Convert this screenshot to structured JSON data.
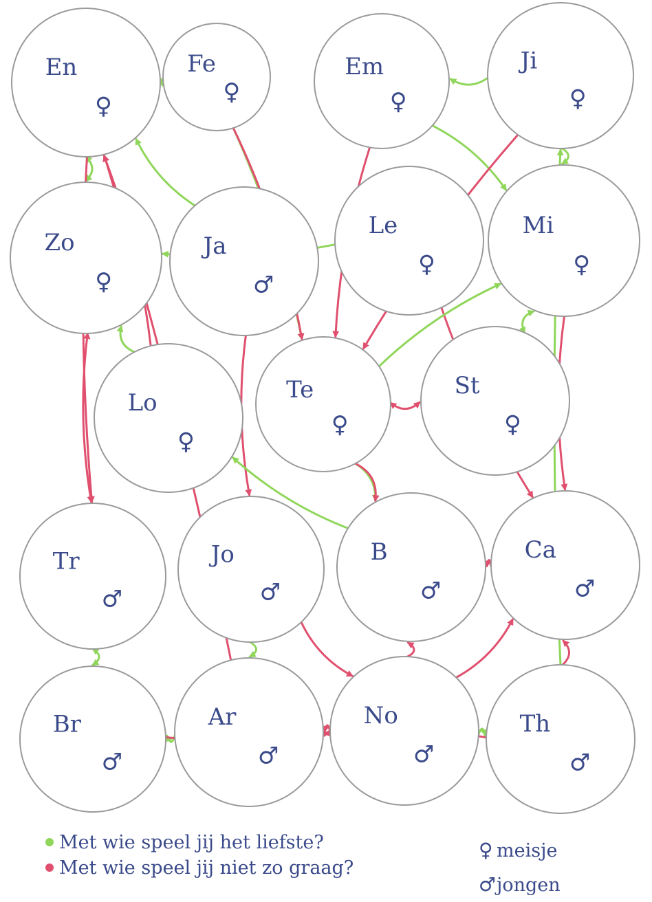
{
  "colors": {
    "positive": "#8fd65a",
    "negative": "#e0506e",
    "ink": "#3a4a8a",
    "circle": "#9a9a9a"
  },
  "symbols": {
    "girl": "♀",
    "boy": "♂"
  },
  "nodes": [
    {
      "id": "En",
      "label": "En",
      "gender": "girl"
    },
    {
      "id": "Fe",
      "label": "Fe",
      "gender": "girl"
    },
    {
      "id": "Em",
      "label": "Em",
      "gender": "girl"
    },
    {
      "id": "Ji",
      "label": "Ji",
      "gender": "girl"
    },
    {
      "id": "Zo",
      "label": "Zo",
      "gender": "girl"
    },
    {
      "id": "Ja",
      "label": "Ja",
      "gender": "boy"
    },
    {
      "id": "Le",
      "label": "Le",
      "gender": "girl"
    },
    {
      "id": "Mi",
      "label": "Mi",
      "gender": "girl"
    },
    {
      "id": "Lo",
      "label": "Lo",
      "gender": "girl"
    },
    {
      "id": "Te",
      "label": "Te",
      "gender": "girl"
    },
    {
      "id": "St",
      "label": "St",
      "gender": "girl"
    },
    {
      "id": "Tr",
      "label": "Tr",
      "gender": "boy"
    },
    {
      "id": "Jo",
      "label": "Jo",
      "gender": "boy"
    },
    {
      "id": "B",
      "label": "B",
      "gender": "boy"
    },
    {
      "id": "Ca",
      "label": "Ca",
      "gender": "boy"
    },
    {
      "id": "Br",
      "label": "Br",
      "gender": "boy"
    },
    {
      "id": "Ar",
      "label": "Ar",
      "gender": "boy"
    },
    {
      "id": "No",
      "label": "No",
      "gender": "boy"
    },
    {
      "id": "Th",
      "label": "Th",
      "gender": "boy"
    }
  ],
  "edges": [
    {
      "from": "En",
      "to": "Zo",
      "type": "positive",
      "mutual": true
    },
    {
      "from": "Fe",
      "to": "En",
      "type": "positive"
    },
    {
      "from": "Fe",
      "to": "Te",
      "type": "positive"
    },
    {
      "from": "Fe",
      "to": "Te",
      "type": "negative"
    },
    {
      "from": "Em",
      "to": "Mi",
      "type": "positive"
    },
    {
      "from": "Em",
      "to": "Te",
      "type": "negative"
    },
    {
      "from": "Ji",
      "to": "Em",
      "type": "positive"
    },
    {
      "from": "Ji",
      "to": "Mi",
      "type": "positive"
    },
    {
      "from": "Ji",
      "to": "Te",
      "type": "negative"
    },
    {
      "from": "Le",
      "to": "Zo",
      "type": "positive"
    },
    {
      "from": "Le",
      "to": "Ca",
      "type": "negative"
    },
    {
      "from": "Ja",
      "to": "En",
      "type": "positive"
    },
    {
      "from": "Ja",
      "to": "Jo",
      "type": "negative"
    },
    {
      "from": "Lo",
      "to": "Zo",
      "type": "positive"
    },
    {
      "from": "Lo",
      "to": "En",
      "type": "negative"
    },
    {
      "from": "Te",
      "to": "Mi",
      "type": "positive"
    },
    {
      "from": "Te",
      "to": "B",
      "type": "positive"
    },
    {
      "from": "Te",
      "to": "B",
      "type": "negative"
    },
    {
      "from": "Te",
      "to": "St",
      "type": "negative",
      "mutual": true
    },
    {
      "from": "St",
      "to": "Mi",
      "type": "positive",
      "mutual": true
    },
    {
      "from": "En",
      "to": "Tr",
      "type": "negative"
    },
    {
      "from": "Zo",
      "to": "Tr",
      "type": "negative",
      "mutual": true
    },
    {
      "from": "Mi",
      "to": "Ca",
      "type": "negative"
    },
    {
      "from": "Tr",
      "to": "Br",
      "type": "positive",
      "mutual": true
    },
    {
      "from": "Jo",
      "to": "Ar",
      "type": "positive"
    },
    {
      "from": "Jo",
      "to": "No",
      "type": "negative"
    },
    {
      "from": "No",
      "to": "Ar",
      "type": "negative"
    },
    {
      "from": "No",
      "to": "B",
      "type": "negative"
    },
    {
      "from": "No",
      "to": "Ca",
      "type": "negative"
    },
    {
      "from": "No",
      "to": "Th",
      "type": "positive"
    },
    {
      "from": "Ar",
      "to": "Br",
      "type": "positive"
    },
    {
      "from": "Br",
      "to": "No",
      "type": "negative"
    },
    {
      "from": "Th",
      "to": "Ar",
      "type": "negative"
    },
    {
      "from": "Th",
      "to": "Ca",
      "type": "negative"
    },
    {
      "from": "Th",
      "to": "Ji",
      "type": "positive"
    },
    {
      "from": "Ca",
      "to": "B",
      "type": "negative"
    },
    {
      "from": "B",
      "to": "Lo",
      "type": "positive"
    },
    {
      "from": "Ar",
      "to": "En",
      "type": "negative"
    }
  ],
  "legend": {
    "positive_text": "Met wie speel jij het liefste?",
    "negative_text": "Met wie speel jij niet zo graag?",
    "girl_text": "meisje",
    "boy_text": "jongen"
  }
}
